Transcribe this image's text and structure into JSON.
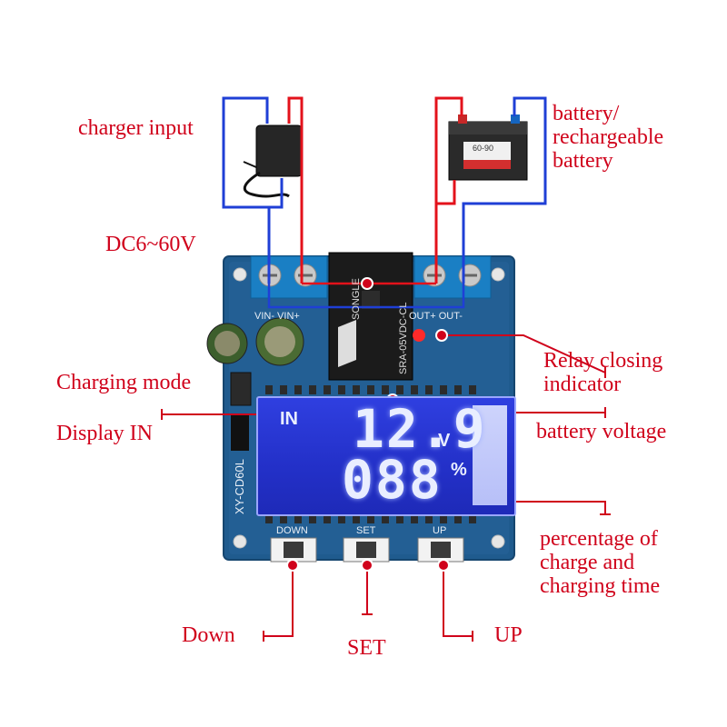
{
  "labels": {
    "charger_input": "charger input",
    "battery": "battery/\nrechargeable\nbattery",
    "dc_range": "DC6~60V",
    "relay_indicator": "Relay closing\nindicator",
    "charging_mode": "Charging mode",
    "display_in": "Display IN",
    "battery_voltage": "battery voltage",
    "percentage": "percentage of\ncharge and\ncharging time",
    "down": "Down",
    "set": "SET",
    "up": "UP"
  },
  "board": {
    "model": "XY-CD60L",
    "relay_text": "SRA-05VDC-CL",
    "relay_brand": "SONGLE",
    "terminal_in": "VIN- VIN+",
    "terminal_out": "OUT+ OUT-",
    "btn_down": "DOWN",
    "btn_set": "SET",
    "btn_up": "UP",
    "battery_sticker": "60-90"
  },
  "lcd": {
    "in_label": "IN",
    "voltage": "12.9",
    "voltage_unit": "V",
    "percent": "088",
    "percent_unit": "%"
  },
  "colors": {
    "annotation": "#d0021b",
    "wire_positive": "#e3121b",
    "wire_negative": "#1f3fd6",
    "pcb": "#1d5a8c",
    "lcd": "#2330c8"
  }
}
